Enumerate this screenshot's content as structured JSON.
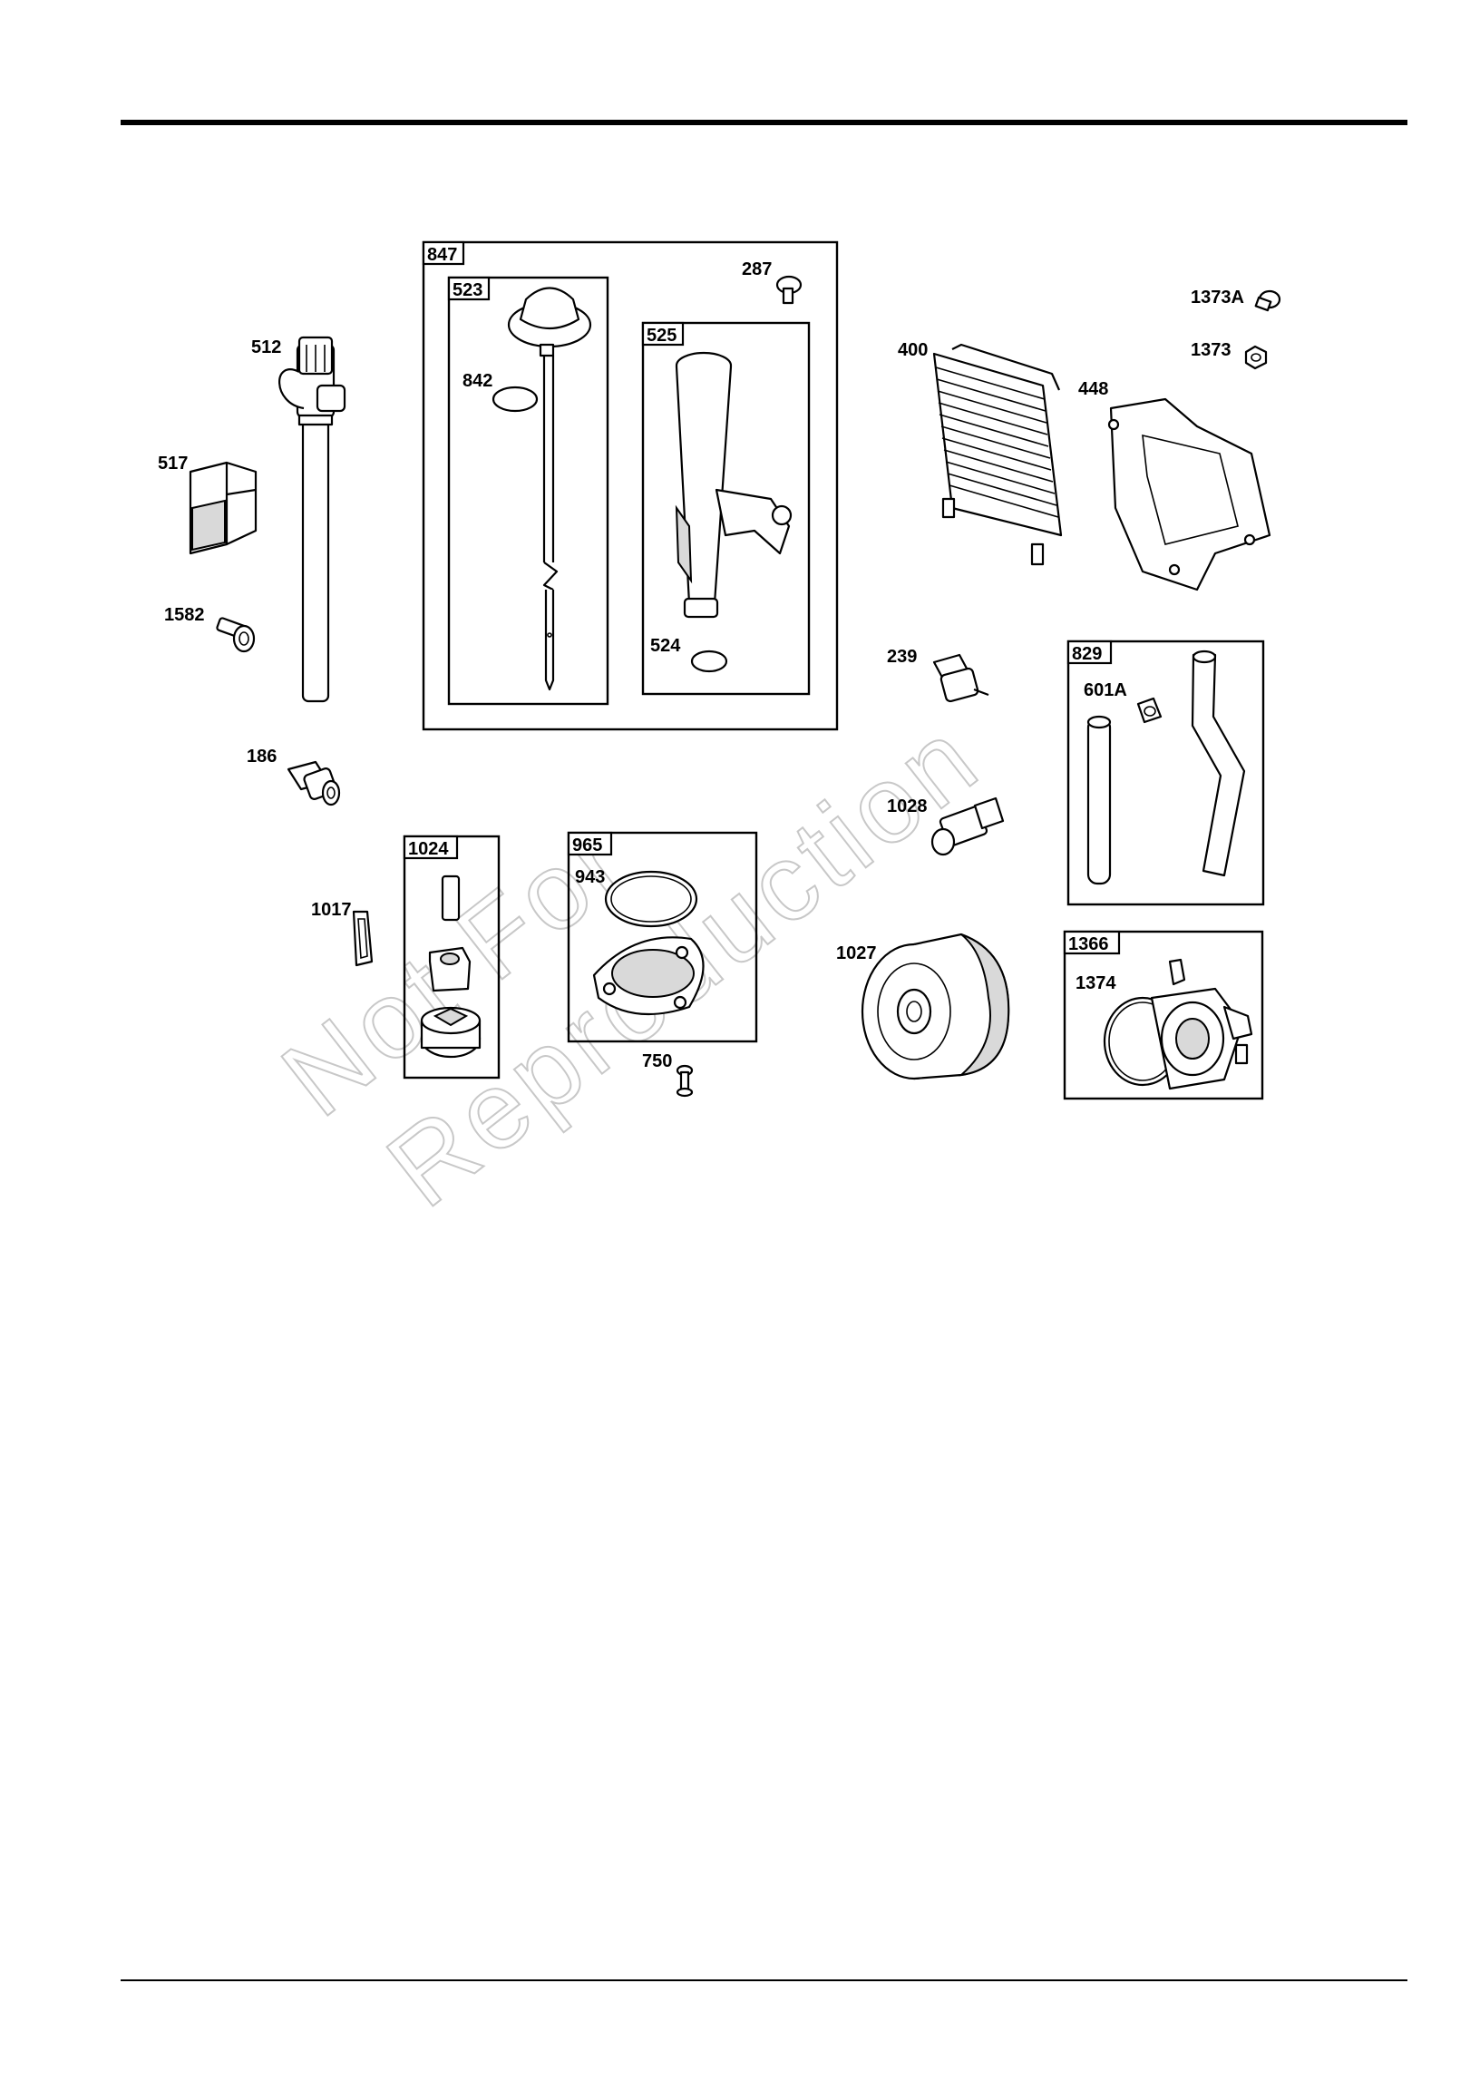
{
  "watermark": {
    "line1": "Not For",
    "line2": "Reproduction"
  },
  "labels": {
    "p512": "512",
    "p517": "517",
    "p1582": "1582",
    "p186": "186",
    "p842": "842",
    "p287": "287",
    "p524": "524",
    "p400": "400",
    "p448": "448",
    "p1373A": "1373A",
    "p1373": "1373",
    "p239": "239",
    "p1028": "1028",
    "p601A": "601A",
    "p1027": "1027",
    "p1374": "1374",
    "p1017": "1017",
    "p943": "943",
    "p750": "750"
  },
  "kits": {
    "k847": "847",
    "k523": "523",
    "k525": "525",
    "k829": "829",
    "k1366": "1366",
    "k1024": "1024",
    "k965": "965"
  }
}
